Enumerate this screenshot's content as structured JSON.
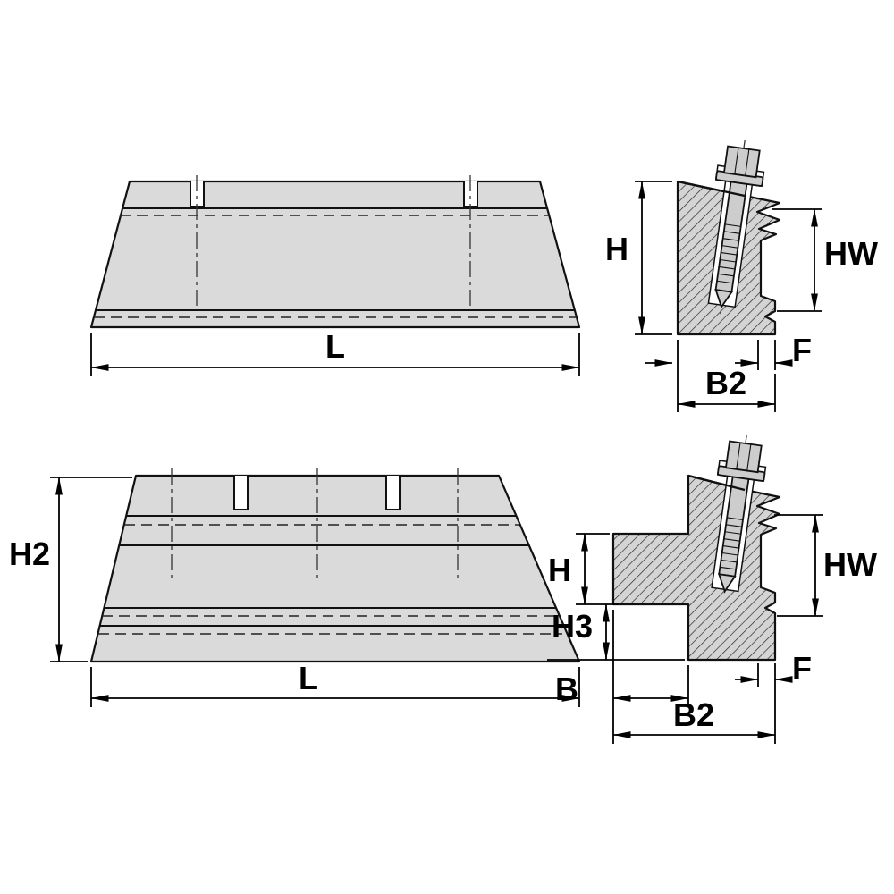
{
  "diagram": {
    "colors": {
      "background": "#ffffff",
      "part_fill": "#dadada",
      "line": "#111111"
    },
    "views": {
      "top_side_view": {
        "dims": {
          "L": "L"
        }
      },
      "top_section_view": {
        "dims": {
          "H": "H",
          "HW": "HW",
          "F": "F",
          "B2": "B2"
        }
      },
      "bottom_side_view": {
        "dims": {
          "H2": "H2",
          "L": "L"
        }
      },
      "bottom_section_view": {
        "dims": {
          "H": "H",
          "H3": "H3",
          "HW": "HW",
          "F": "F",
          "B": "B",
          "B2": "B2"
        }
      }
    }
  }
}
